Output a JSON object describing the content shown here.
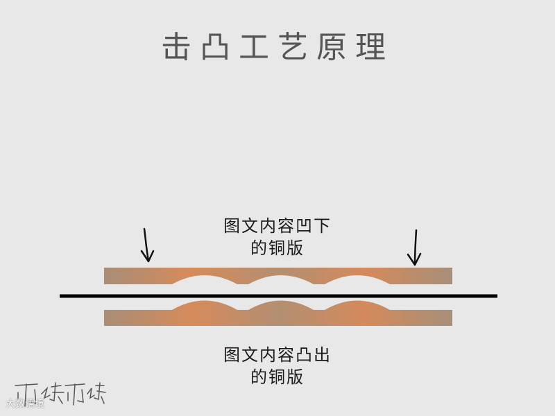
{
  "title": "击凸工艺原理",
  "top_label": {
    "line1": "图文内容凹下",
    "line2": "的铜版"
  },
  "bottom_label": {
    "line1": "图文内容凸出",
    "line2": "的铜版"
  },
  "watermark": "大数语境",
  "signature_text": "可待可待",
  "colors": {
    "background": "#e8e8e8",
    "plate_copper": "#cf8a5c",
    "plate_grey": "#a78f78",
    "paper_line": "#000000",
    "title": "#555555"
  },
  "icons": [
    "down-arrow-icon",
    "down-arrow-icon"
  ]
}
